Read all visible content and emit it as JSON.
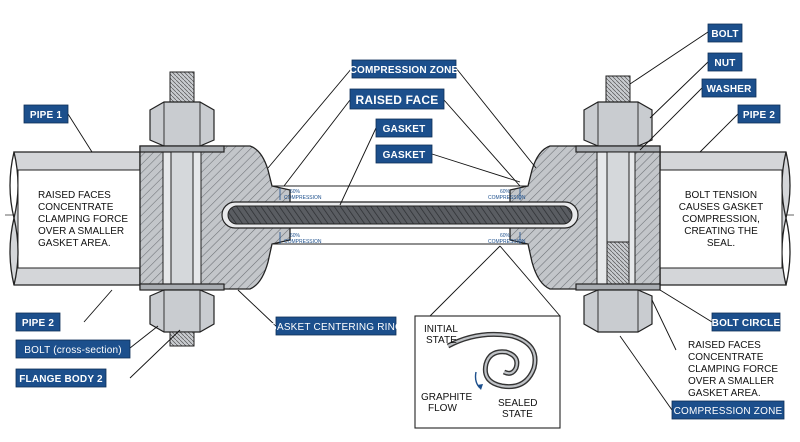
{
  "labels": {
    "bolt": "BOLT",
    "nut": "NUT",
    "washer": "WASHER",
    "pipe2_right": "PIPE 2",
    "pipe1": "PIPE 1",
    "compression_zone_top": "COMPRESSION ZONE",
    "raised_face": "RAISED FACE",
    "gasket_1": "GASKET",
    "gasket_2": "GASKET",
    "pipe2_left": "PIPE 2",
    "bolt_cross_section": "BOLT (cross-section)",
    "flange_body_2": "FLANGE BODY 2",
    "gasket_centering_ring": "GASKET CENTERING RING",
    "bolt_circle": "BOLT CIRCLE",
    "compression_zone_bottom": "COMPRESSION ZONE"
  },
  "notes": {
    "left_inside": [
      "RAISED FACES",
      "CONCENTRATE",
      "CLAMPING FORCE",
      "OVER A SMALLER",
      "GASKET AREA."
    ],
    "right_inside": [
      "BOLT TENSION",
      "CAUSES GASKET",
      "COMPRESSION,",
      "CREATING THE",
      "SEAL."
    ],
    "right_bottom": [
      "RAISED FACES",
      "CONCENTRATE",
      "CLAMPING FORCE",
      "OVER A SMALLER",
      "GASKET AREA."
    ]
  },
  "compression_marks": {
    "percent": "60%",
    "word": "COMPRESSION"
  },
  "inset": {
    "initial_state": [
      "INITIAL",
      "STATE"
    ],
    "graphite_flow": [
      "GRAPHITE",
      "FLOW"
    ],
    "sealed_state": [
      "SEALED",
      "STATE"
    ]
  },
  "colors": {
    "label_fill": "#1c4f8c",
    "label_text": "#ffffff"
  }
}
